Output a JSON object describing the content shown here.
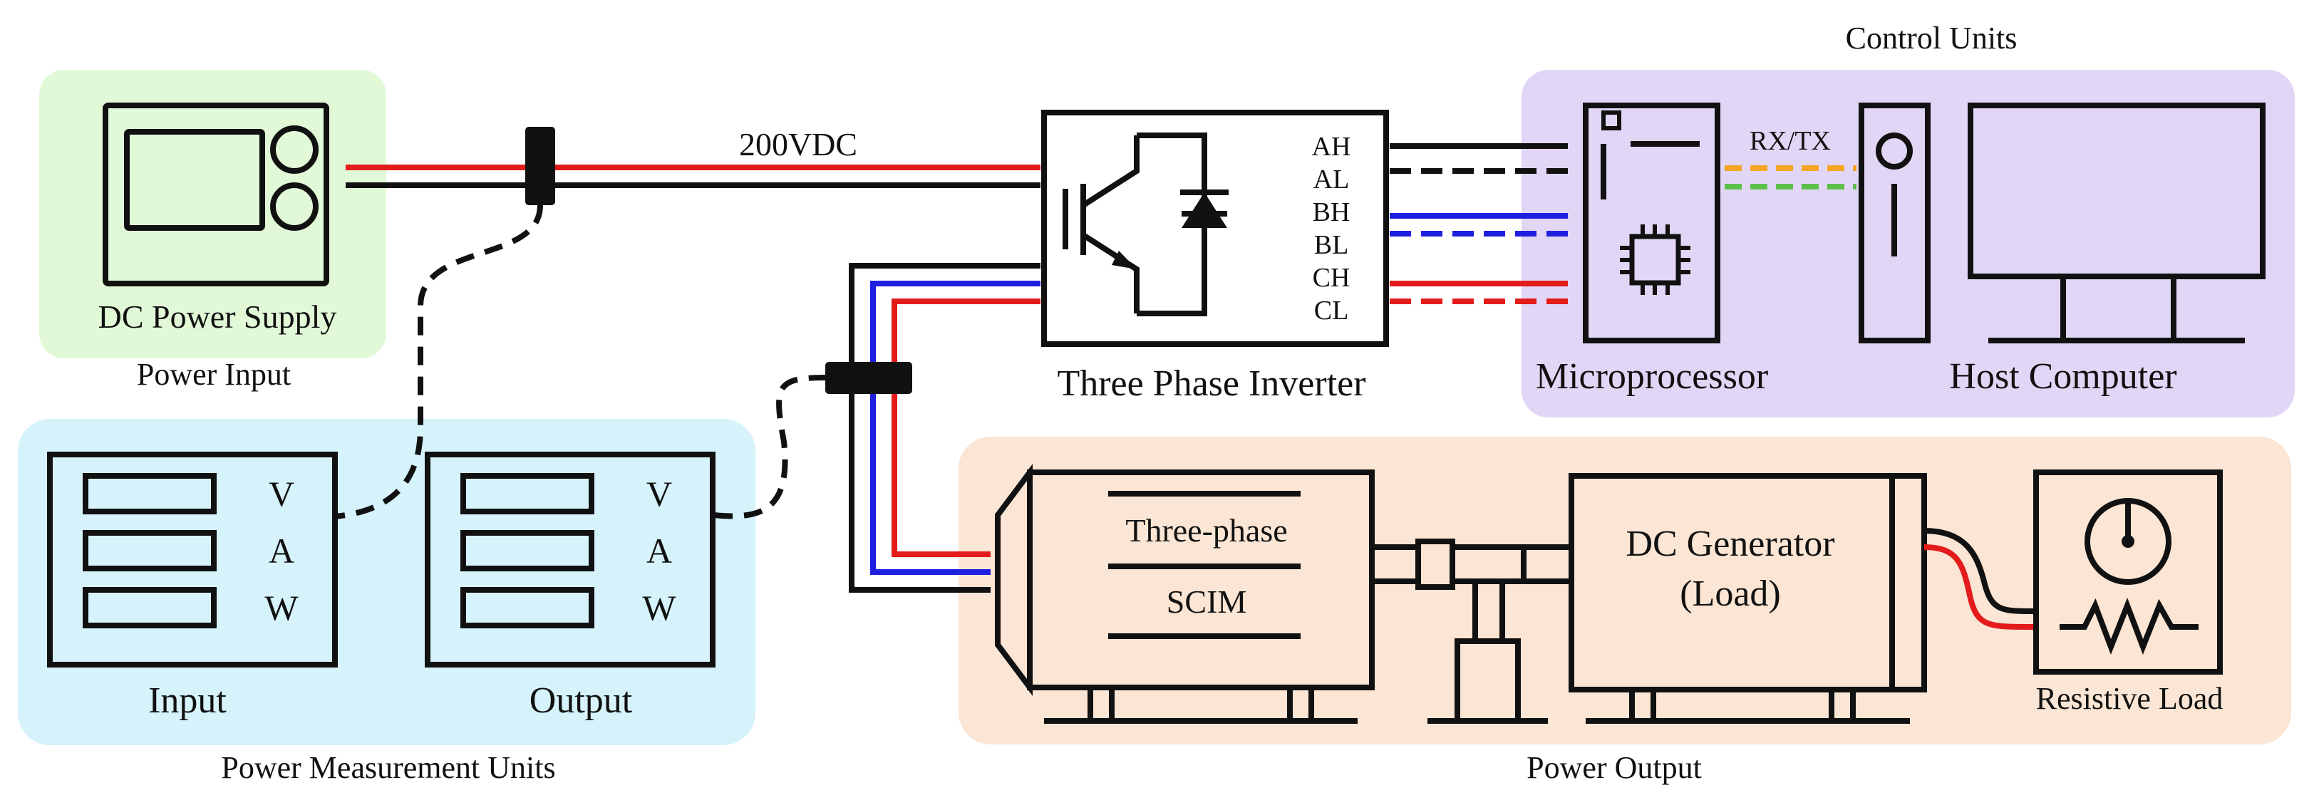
{
  "colors": {
    "power_input_bg": "#e2f9d8",
    "measurement_bg": "#d6f3fb",
    "control_bg": "#e2d6f6",
    "power_output_bg": "#fbe5d4",
    "line_dark": "#111111",
    "wire_red": "#e31b1b",
    "wire_blue": "#1f1fe0",
    "wire_orange": "#f5a623",
    "wire_green": "#5cc04a"
  },
  "groups": {
    "power_input": "Power Input",
    "measurement": "Power Measurement Units",
    "control": "Control Units",
    "output": "Power Output"
  },
  "dc_supply": {
    "label": "DC Power Supply"
  },
  "dc_bus": {
    "label": "200VDC"
  },
  "inverter": {
    "label": "Three Phase Inverter",
    "pins": [
      "AH",
      "AL",
      "BH",
      "BL",
      "CH",
      "CL"
    ]
  },
  "micro": {
    "label": "Microprocessor"
  },
  "serial": {
    "label": "RX/TX"
  },
  "host": {
    "label": "Host Computer"
  },
  "meter_input": {
    "label": "Input",
    "rows": [
      "V",
      "A",
      "W"
    ]
  },
  "meter_output": {
    "label": "Output",
    "rows": [
      "V",
      "A",
      "W"
    ]
  },
  "motor": {
    "line1": "Three-phase",
    "line2": "SCIM"
  },
  "generator": {
    "line1": "DC Generator",
    "line2": "(Load)"
  },
  "resistive_load": {
    "label": "Resistive Load"
  }
}
